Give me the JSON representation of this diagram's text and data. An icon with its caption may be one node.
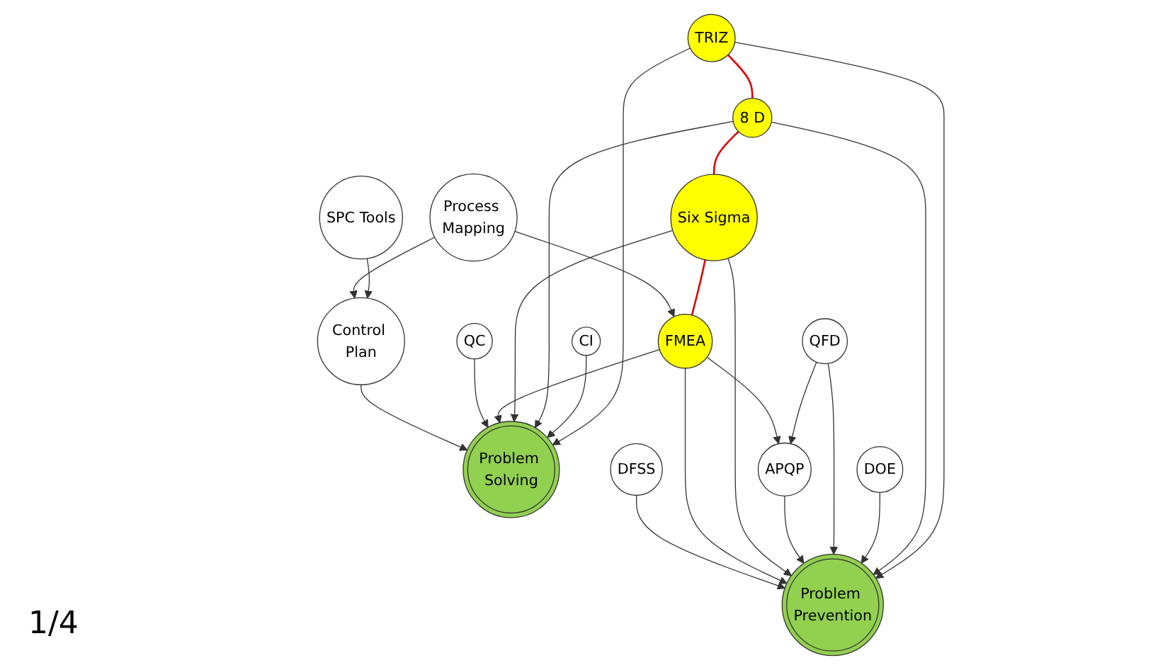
{
  "diagram": {
    "nodes": [
      {
        "text": [
          "TRIZ"
        ]
      },
      {
        "text": [
          "CI"
        ]
      },
      {
        "text": [
          "DOE"
        ]
      },
      {
        "text": [
          "QFD"
        ]
      },
      {
        "text": [
          "8 D"
        ]
      },
      {
        "text": [
          "Problem Solving"
        ]
      },
      {
        "text": [
          "Problem Prevention"
        ]
      },
      {
        "text": [
          "APQP"
        ]
      },
      {
        "text": [
          "Six Sigma"
        ]
      },
      {
        "text": [
          "Control Plan"
        ]
      },
      {
        "text": [
          "QC"
        ]
      },
      {
        "text": [
          "FMEA"
        ]
      },
      {
        "text": [
          "DFSS"
        ]
      },
      {
        "text": [
          "SPC Tools"
        ]
      },
      {
        "text": [
          "Process Mapping"
        ]
      }
    ],
    "edges": [
      {
        "from": 0,
        "to": 4,
        "arrow": "none",
        "color": "#e00000"
      },
      {
        "from": 4,
        "to": 8,
        "arrow": "none",
        "color": "#e00000"
      },
      {
        "from": 8,
        "to": 11,
        "arrow": "none",
        "color": "#e00000"
      },
      {
        "from": 0,
        "to": 5,
        "arrow": "to"
      },
      {
        "from": 0,
        "to": 6,
        "arrow": "to"
      },
      {
        "from": 1,
        "to": 5,
        "arrow": "to"
      },
      {
        "from": 4,
        "to": 5,
        "arrow": "to"
      },
      {
        "from": 4,
        "to": 6,
        "arrow": "to"
      },
      {
        "from": 2,
        "to": 6,
        "arrow": "to"
      },
      {
        "from": 3,
        "to": 6,
        "arrow": "to"
      },
      {
        "from": 3,
        "to": 7,
        "arrow": "to"
      },
      {
        "from": 7,
        "to": 6,
        "arrow": "to"
      },
      {
        "from": 8,
        "to": 5,
        "arrow": "to"
      },
      {
        "from": 8,
        "to": 6,
        "arrow": "to"
      },
      {
        "from": 11,
        "to": 5,
        "arrow": "to"
      },
      {
        "from": 11,
        "to": 6,
        "arrow": "to"
      },
      {
        "from": 11,
        "to": 7,
        "arrow": "to"
      },
      {
        "from": 12,
        "to": 6,
        "arrow": "to"
      },
      {
        "from": 10,
        "to": 5,
        "arrow": "to"
      },
      {
        "from": 9,
        "to": 5,
        "arrow": "to"
      },
      {
        "from": 13,
        "to": 9,
        "arrow": "to"
      },
      {
        "from": 14,
        "to": 9,
        "arrow": "to"
      },
      {
        "from": 14,
        "to": 11,
        "arrow": "to"
      }
    ],
    "labels": [
      "1/4"
    ]
  }
}
